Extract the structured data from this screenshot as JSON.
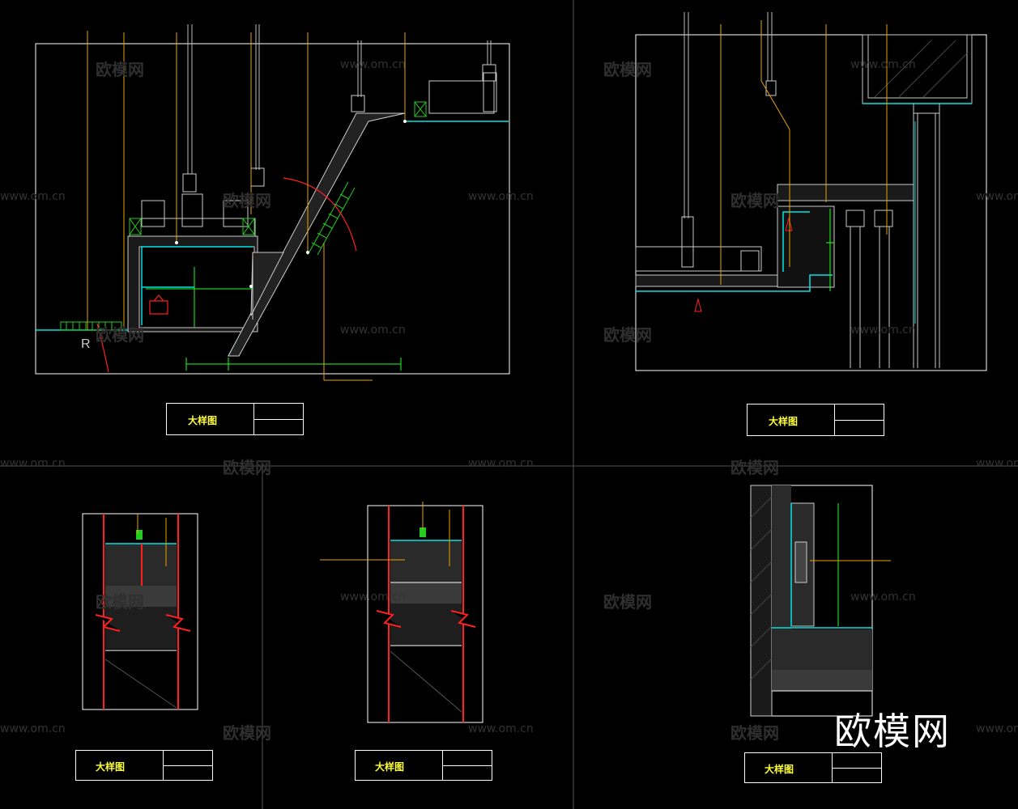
{
  "colors": {
    "background": "#000000",
    "frame": "#ffffff",
    "leader": "#e8a500",
    "tag": "#e8e800",
    "finish": "#00e5e5",
    "wall": "#ff2020",
    "hatch": "#22cc22",
    "dim": "#22ff22"
  },
  "watermark": {
    "text": "欧模网",
    "url": "www.om.cn"
  },
  "brand": "欧模网",
  "views": {
    "a": {
      "mark_r": "R",
      "title": "大样图"
    },
    "b": {
      "title": "大样图"
    },
    "c": {
      "title": "大样图"
    },
    "d": {
      "title": "大样图"
    },
    "e": {
      "title": "大样图"
    }
  }
}
